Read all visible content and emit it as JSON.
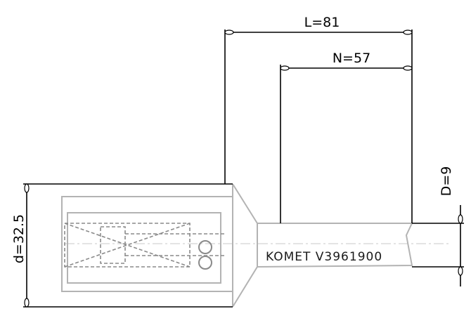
{
  "dimensions": {
    "overall_length": "L=81",
    "body_length": "N=57",
    "head_diameter": "d=32.5",
    "tool_diameter": "D=9"
  },
  "marking": "KOMET V3961900",
  "colors": {
    "dimension_lines": "#000000",
    "part_outline": "#b3b3b3",
    "hidden_lines": "#8a8a8a"
  }
}
